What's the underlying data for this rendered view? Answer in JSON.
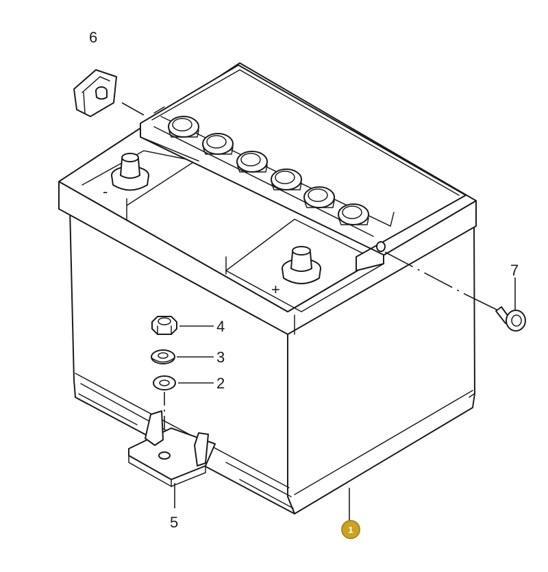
{
  "callouts": {
    "c1": "1",
    "c2": "2",
    "c3": "3",
    "c4": "4",
    "c5": "5",
    "c6": "6",
    "c7": "7"
  },
  "terminals": {
    "negative": "-",
    "positive": "+"
  },
  "badge": {
    "fill_color": "#c9a227",
    "stroke_color": "#a9871c",
    "text_color": "#ffffff"
  }
}
